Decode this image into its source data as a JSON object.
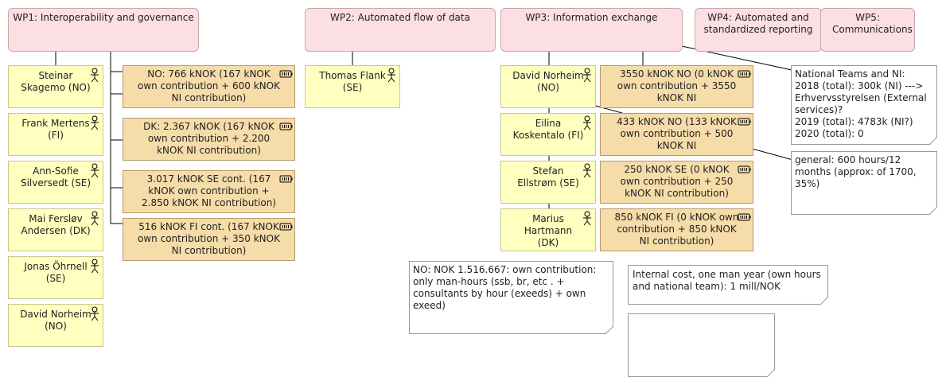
{
  "workpackages": [
    {
      "id": "wp1",
      "label": "WP1: Interoperability and governance"
    },
    {
      "id": "wp2",
      "label": "WP2: Automated flow of data"
    },
    {
      "id": "wp3",
      "label": "WP3: Information exchange"
    },
    {
      "id": "wp4",
      "label": "WP4: Automated and standardized reporting"
    },
    {
      "id": "wp5",
      "label": "WP5: Communications"
    }
  ],
  "actors": [
    {
      "id": "a1",
      "label": "Steinar Skagemo (NO)"
    },
    {
      "id": "a2",
      "label": "Frank Mertens (FI)"
    },
    {
      "id": "a3",
      "label": "Ann-Sofie Silversedt (SE)"
    },
    {
      "id": "a4",
      "label": "Mai Fersløv Andersen (DK)"
    },
    {
      "id": "a5",
      "label": "Jonas Öhrnell (SE)"
    },
    {
      "id": "a6",
      "label": "David Norheim (NO)"
    },
    {
      "id": "a7",
      "label": "Thomas Flank (SE)"
    },
    {
      "id": "a8",
      "label": "David Norheim (NO)"
    },
    {
      "id": "a9",
      "label": "Eilina Koskentalo (FI)"
    },
    {
      "id": "a10",
      "label": "Stefan Ellstrøm (SE)"
    },
    {
      "id": "a11",
      "label": "Marius Hartmann (DK)"
    }
  ],
  "resources": [
    {
      "id": "r1",
      "label": "NO: 766 kNOK (167 kNOK own contribution + 600 kNOK NI contribution)"
    },
    {
      "id": "r2",
      "label": "DK: 2.367 kNOK (167 kNOK own contribution + 2.200 kNOK NI contribution)"
    },
    {
      "id": "r3",
      "label": "3.017 kNOK SE cont. (167 kNOK own contribution + 2.850 kNOK NI contribution)"
    },
    {
      "id": "r4",
      "label": "516 kNOK FI cont. (167 kNOK own contribution + 350 kNOK NI contribution)"
    },
    {
      "id": "r5",
      "label": "3550 kNOK NO (0 kNOK own contribution + 3550 kNOK NI"
    },
    {
      "id": "r6",
      "label": "433 kNOK NO (133 kNOK own contribution + 500 kNOK NI"
    },
    {
      "id": "r7",
      "label": "250 kNOK SE (0 kNOK own contribution + 250 kNOK NI contribution)"
    },
    {
      "id": "r8",
      "label": "850 kNOK FI (0 kNOK own contribution + 850 kNOK NI contribution)"
    }
  ],
  "notes": [
    {
      "id": "n1",
      "lines": [
        "National Teams and NI:",
        "2018 (total): 300k (NI) ---> Erhvervsstyrelsen (External services)?",
        "2019 (total): 4783k (NI?)",
        "2020 (total): 0"
      ]
    },
    {
      "id": "n2",
      "lines": [
        "general: 600 hours/12 months (approx: of 1700, 35%)"
      ]
    },
    {
      "id": "n3",
      "lines": [
        "NO: NOK 1.516.667: own contribution: only man-hours (ssb, br, etc . + consultants by hour (exeeds) + own exeed)"
      ]
    },
    {
      "id": "n4",
      "lines": [
        "Internal cost, one man year (own hours and national team): 1 mill/NOK"
      ]
    },
    {
      "id": "n5",
      "lines": [
        ""
      ]
    }
  ]
}
